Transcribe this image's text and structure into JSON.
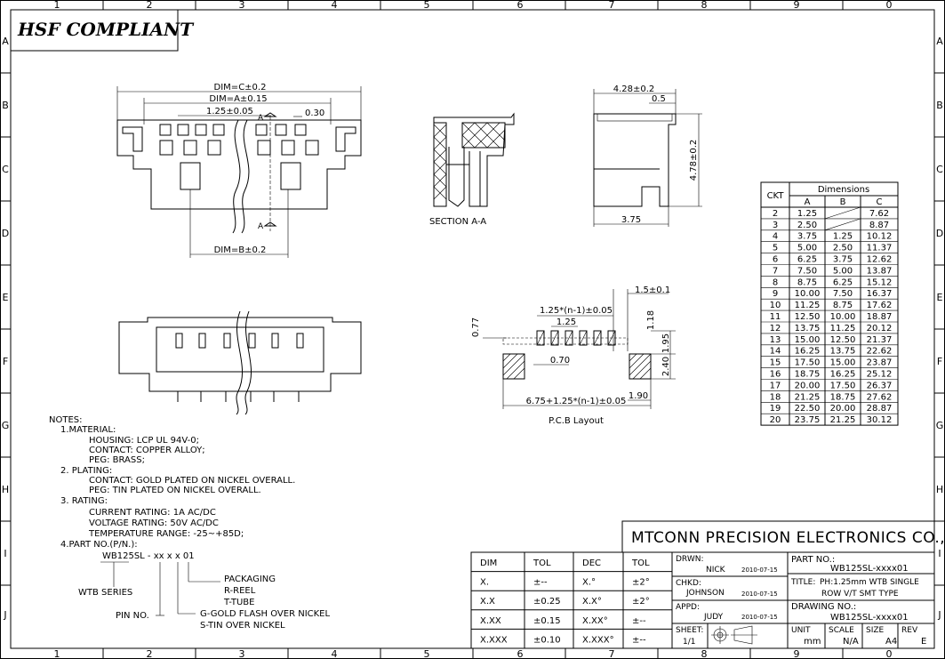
{
  "header": {
    "compliance": "HSF COMPLIANT"
  },
  "zones": {
    "columns": [
      "1",
      "2",
      "3",
      "4",
      "5",
      "6",
      "7",
      "8",
      "9",
      "0"
    ],
    "rows": [
      "A",
      "B",
      "C",
      "D",
      "E",
      "F",
      "G",
      "H",
      "I",
      "J"
    ]
  },
  "front_view": {
    "dim_c": "DIM=C±0.2",
    "dim_a": "DIM=A±0.15",
    "pitch": "1.25±0.05",
    "dim_030": "0.30",
    "dim_b": "DIM=B±0.2",
    "section_mark": "A"
  },
  "section_view": {
    "label": "SECTION A-A"
  },
  "side_view": {
    "width": "4.28±0.2",
    "offset": "0.5",
    "height": "4.78±0.2",
    "depth": "3.75"
  },
  "pcb_layout": {
    "pitch_formula": "1.25*(n-1)±0.05",
    "pitch": "1.25",
    "pad_width": "1.5±0.1",
    "pad_len": "1.18",
    "offset": "0.77",
    "pad_w": "0.70",
    "v195": "1.95",
    "v240": "2.40",
    "total_formula": "6.75+1.25*(n-1)±0.05",
    "tail": "1.90",
    "label": "P.C.B Layout"
  },
  "dim_table": {
    "ckt_header": "CKT",
    "dims_header": "Dimensions",
    "columns": [
      "A",
      "B",
      "C"
    ],
    "rows": [
      [
        "2",
        "1.25",
        "",
        "7.62"
      ],
      [
        "3",
        "2.50",
        "",
        "8.87"
      ],
      [
        "4",
        "3.75",
        "1.25",
        "10.12"
      ],
      [
        "5",
        "5.00",
        "2.50",
        "11.37"
      ],
      [
        "6",
        "6.25",
        "3.75",
        "12.62"
      ],
      [
        "7",
        "7.50",
        "5.00",
        "13.87"
      ],
      [
        "8",
        "8.75",
        "6.25",
        "15.12"
      ],
      [
        "9",
        "10.00",
        "7.50",
        "16.37"
      ],
      [
        "10",
        "11.25",
        "8.75",
        "17.62"
      ],
      [
        "11",
        "12.50",
        "10.00",
        "18.87"
      ],
      [
        "12",
        "13.75",
        "11.25",
        "20.12"
      ],
      [
        "13",
        "15.00",
        "12.50",
        "21.37"
      ],
      [
        "14",
        "16.25",
        "13.75",
        "22.62"
      ],
      [
        "15",
        "17.50",
        "15.00",
        "23.87"
      ],
      [
        "16",
        "18.75",
        "16.25",
        "25.12"
      ],
      [
        "17",
        "20.00",
        "17.50",
        "26.37"
      ],
      [
        "18",
        "21.25",
        "18.75",
        "27.62"
      ],
      [
        "19",
        "22.50",
        "20.00",
        "28.87"
      ],
      [
        "20",
        "23.75",
        "21.25",
        "30.12"
      ]
    ]
  },
  "notes": {
    "title": "NOTES:",
    "lines": [
      "1.MATERIAL:",
      "HOUSING: LCP UL 94V-0;",
      "CONTACT: COPPER ALLOY;",
      "PEG: BRASS;",
      "2. PLATING:",
      "CONTACT: GOLD PLATED ON NICKEL OVERALL.",
      "PEG: TIN PLATED ON NICKEL OVERALL.",
      "3. RATING:",
      "CURRENT RATING: 1A AC/DC",
      "VOLTAGE RATING: 50V AC/DC",
      "TEMPERATURE RANGE: -25~+85D;",
      "4.PART NO.(P/N.):"
    ],
    "part_no": "WB125SL - xx x x 01",
    "packaging": "PACKAGING",
    "r_reel": "R-REEL",
    "t_tube": "T-TUBE",
    "wtb_series": "WTB SERIES",
    "pin_no": "PIN NO.",
    "g_gold": "G-GOLD FLASH OVER NICKEL",
    "s_tin": "S-TIN OVER NICKEL"
  },
  "tolerance_table": {
    "headers": [
      "DIM",
      "TOL",
      "DEC",
      "TOL"
    ],
    "rows": [
      [
        "X.",
        "±--",
        "X.°",
        "±2°"
      ],
      [
        "X.X",
        "±0.25",
        "X.X°",
        "±2°"
      ],
      [
        "X.XX",
        "±0.15",
        "X.XX°",
        "±--"
      ],
      [
        "X.XXX",
        "±0.10",
        "X.XXX°",
        "±--"
      ]
    ]
  },
  "title_block": {
    "company": "MTCONN PRECISION ELECTRONICS CO.,LTD",
    "drwn_label": "DRWN:",
    "drwn_name": "NICK",
    "drwn_date": "2010-07-15",
    "chkd_label": "CHKD:",
    "chkd_name": "JOHNSON",
    "chkd_date": "2010-07-15",
    "appd_label": "APPD:",
    "appd_name": "JUDY",
    "appd_date": "2010-07-15",
    "sheet_label": "SHEET:",
    "sheet_value": "1/1",
    "part_no_label": "PART NO.:",
    "part_no_value": "WB125SL-xxxx01",
    "title_label": "TITLE:",
    "title_line1": "PH:1.25mm WTB SINGLE",
    "title_line2": "ROW V/T SMT TYPE",
    "drawing_no_label": "DRAWING NO.:",
    "drawing_no_value": "WB125SL-xxxx01",
    "unit_label": "UNIT",
    "unit_value": "mm",
    "scale_label": "SCALE",
    "scale_value": "N/A",
    "size_label": "SIZE",
    "size_value": "A4",
    "rev_label": "REV",
    "rev_value": "E"
  }
}
